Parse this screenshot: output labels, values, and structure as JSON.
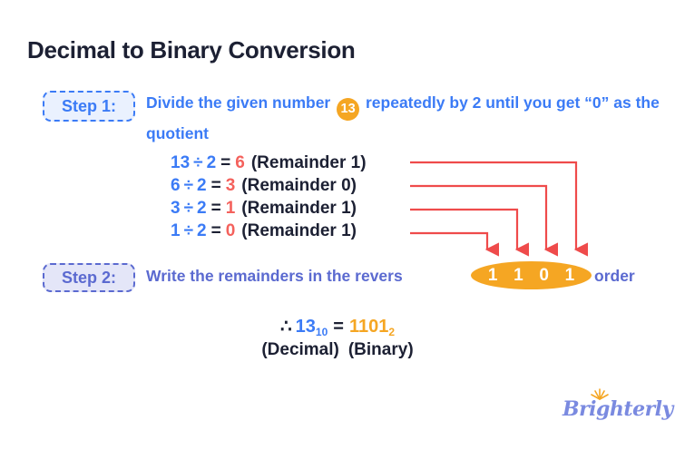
{
  "page": {
    "title": "Decimal to Binary Conversion",
    "background_color": "#FFFFFF"
  },
  "colors": {
    "title": "#1C2033",
    "step1_blue": "#3B7BF6",
    "step2_indigo": "#5B6AD0",
    "quotient_red": "#F4615C",
    "arrow_red": "#EF4B4B",
    "orange": "#F5A623",
    "navy": "#1C2033"
  },
  "step1": {
    "badge_label": "Step 1:",
    "text_before": "Divide the given number",
    "number_badge": "13",
    "text_after": "repeatedly by 2 until you get “0” as the quotient"
  },
  "equations": [
    {
      "dividend": "13",
      "op": "÷",
      "divisor": "2",
      "eq": "=",
      "quotient": "6",
      "remainder": "(Remainder 1)"
    },
    {
      "dividend": "6",
      "op": "÷",
      "divisor": "2",
      "eq": "=",
      "quotient": "3",
      "remainder": "(Remainder 0)"
    },
    {
      "dividend": "3",
      "op": "÷",
      "divisor": "2",
      "eq": "=",
      "quotient": "1",
      "remainder": "(Remainder 1)"
    },
    {
      "dividend": "1",
      "op": "÷",
      "divisor": "2",
      "eq": "=",
      "quotient": "0",
      "remainder": "(Remainder 1)"
    }
  ],
  "step2": {
    "badge_label": "Step 2:",
    "text_main": "Write the remainders in the revers",
    "text_tail": "order",
    "result_digits": [
      "1",
      "1",
      "0",
      "1"
    ]
  },
  "conclusion": {
    "therefore_symbol": "∴",
    "decimal_value": "13",
    "decimal_subscript": "10",
    "equals": "=",
    "binary_value": "1101",
    "binary_subscript": "2",
    "decimal_label": "(Decimal)",
    "binary_label": "(Binary)"
  },
  "logo": {
    "name": "Brighterly",
    "icon": "sunburst-icon"
  }
}
